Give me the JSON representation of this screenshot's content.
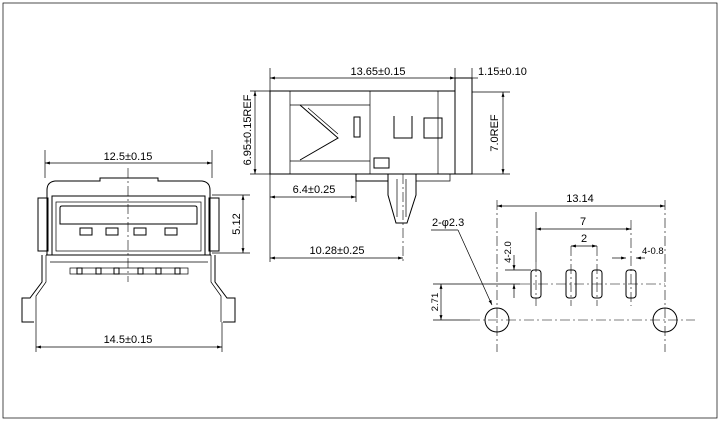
{
  "dimensions": {
    "front_width": "12.5±0.15",
    "front_height": "5.12",
    "pin_span": "14.5±0.15",
    "side_length": "13.65±0.15",
    "side_height": "6.95±0.15REF",
    "shell_thickness": "1.15±0.10",
    "body_height": "7.0REF",
    "peg_offset": "6.4±0.25",
    "pin_offset": "10.28±0.25",
    "pcb_span": "13.14",
    "pcb_pin_span": "7",
    "pcb_pitch": "2",
    "hole_callout": "2-φ2.3",
    "pad_size": "4-2.0",
    "slot_size": "4-0.8",
    "row_offset": "2.71"
  }
}
